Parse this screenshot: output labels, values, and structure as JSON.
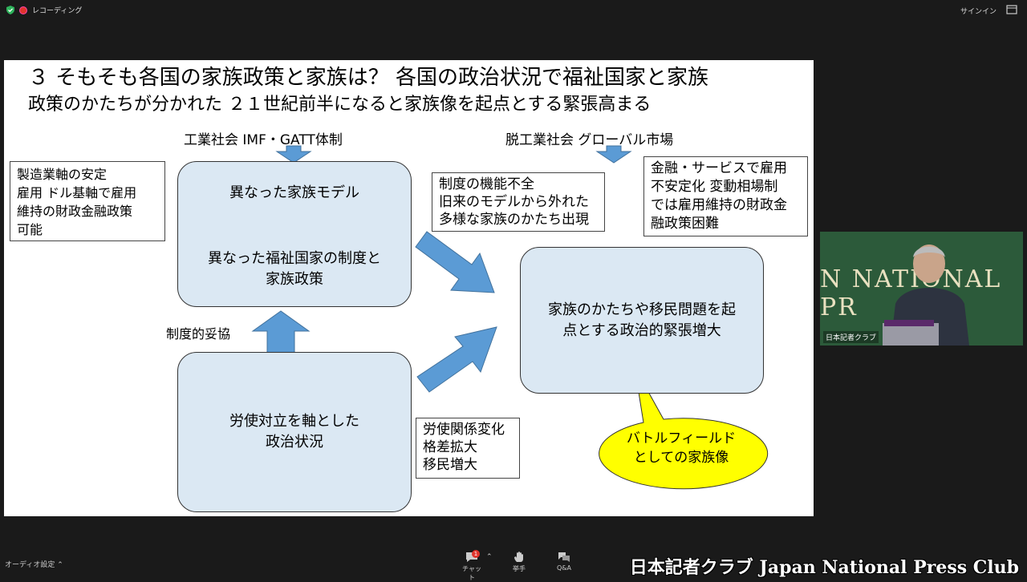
{
  "app": {
    "recording_label": "レコーディング",
    "signin_label": "サインイン",
    "audio_settings_label": "オーディオ設定",
    "controls": [
      {
        "label": "チャット",
        "badge": "1"
      },
      {
        "label": "挙手"
      },
      {
        "label": "Q&A"
      }
    ],
    "watermark": "日本記者クラブ Japan National Press Club"
  },
  "slide": {
    "title_line1": "３ そもそも各国の家族政策と家族は？ 各国の政治状況で福祉国家と家族",
    "title_line2": "政策のかたちが分かれた ２１世紀前半になると家族像を起点とする緊張高まる",
    "label_industrial": "工業社会 IMF・GATT体制",
    "label_postindustrial": "脱工業社会 グローバル市場",
    "label_compromise": "制度的妥協",
    "box_left_top": [
      "製造業軸の安定",
      "雇用 ドル基軸で雇用",
      "維持の財政金融政策",
      "可能"
    ],
    "box_mid_top": [
      "制度の機能不全",
      "旧来のモデルから外れた",
      "多様な家族のかたち出現"
    ],
    "box_right_top": [
      "金融・サービスで雇用",
      "不安定化 変動相場制",
      "では雇用維持の財政金",
      "融政策困難"
    ],
    "box_bottom_mid": [
      "労使関係変化",
      "格差拡大",
      "移民増大"
    ],
    "family_model": "異なった家族モデル",
    "welfare_state": [
      "異なった福祉国家の制度と",
      "家族政策"
    ],
    "labor_conflict": [
      "労使対立を軸とした",
      "政治状況"
    ],
    "tension": [
      "家族のかたちや移民問題を起",
      "点とする政治的緊張増大"
    ],
    "battlefield": [
      "バトルフィールド",
      "としての家族像"
    ]
  },
  "video": {
    "banner_text": "N NATIONAL PR",
    "caption": "日本記者クラブ"
  },
  "colors": {
    "arrow_fill": "#5b9bd5",
    "box_fill": "#dbe8f3",
    "callout_fill": "#ffff00"
  }
}
